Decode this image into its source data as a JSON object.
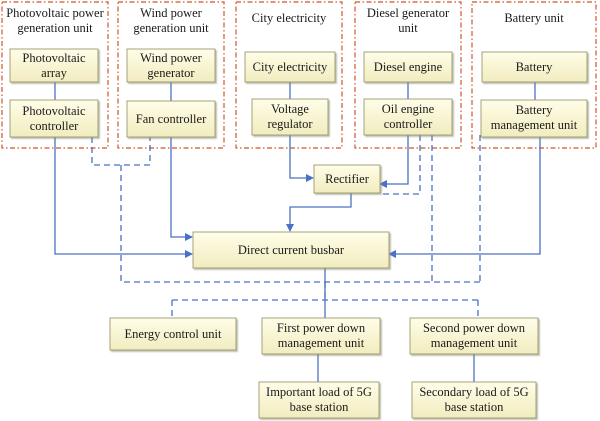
{
  "units": {
    "photovoltaic": {
      "title_line1": "Photovoltaic power",
      "title_line2": "generation unit"
    },
    "wind": {
      "title_line1": "Wind power",
      "title_line2": "generation unit"
    },
    "city": {
      "title": "City electricity"
    },
    "diesel": {
      "title_line1": "Diesel generator",
      "title_line2": "unit"
    },
    "battery": {
      "title": "Battery unit"
    }
  },
  "boxes": {
    "photovoltaic_array": {
      "line1": "Photovoltaic",
      "line2": "array"
    },
    "photovoltaic_controller": {
      "line1": "Photovoltaic",
      "line2": "controller"
    },
    "wind_generator": {
      "line1": "Wind power",
      "line2": "generator"
    },
    "fan_controller": {
      "label": "Fan controller"
    },
    "city_electricity": {
      "label": "City electricity"
    },
    "voltage_regulator": {
      "line1": "Voltage",
      "line2": "regulator"
    },
    "diesel_engine": {
      "label": "Diesel engine"
    },
    "oil_engine_controller": {
      "line1": "Oil engine",
      "line2": "controller"
    },
    "battery": {
      "label": "Battery"
    },
    "battery_management": {
      "line1": "Battery",
      "line2": "management unit"
    },
    "rectifier": {
      "label": "Rectifier"
    },
    "dc_busbar": {
      "label": "Direct current busbar"
    },
    "energy_control": {
      "label": "Energy control unit"
    },
    "first_power_down": {
      "line1": "First power down",
      "line2": "management unit"
    },
    "second_power_down": {
      "line1": "Second power down",
      "line2": "management unit"
    },
    "important_load": {
      "line1": "Important load of 5G",
      "line2": "base station"
    },
    "secondary_load": {
      "line1": "Secondary load of 5G",
      "line2": "base station"
    }
  },
  "colors": {
    "unit_frame": "#d2562b",
    "connector": "#4a72c4",
    "box_fill_top": "#fffde8",
    "box_fill_bottom": "#f1ecbf",
    "box_border": "#9c9a6f"
  }
}
